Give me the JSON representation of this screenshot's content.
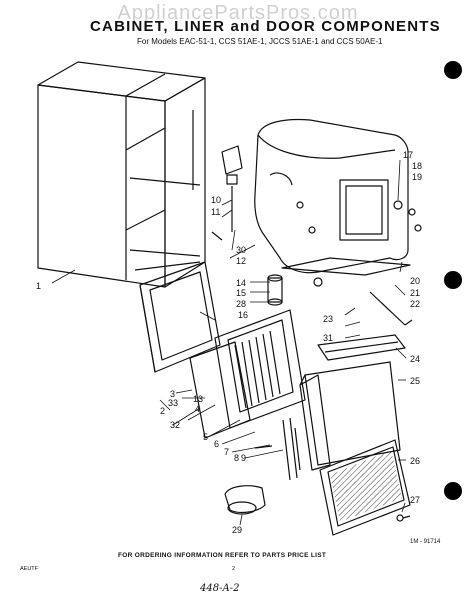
{
  "watermark": "AppliancePartsPros.com",
  "title": "CABINET, LINER and DOOR COMPONENTS",
  "subtitle": "For Models EAC-51-1, CCS 51AE-1, JCCS 51AE-1 and CCS 50AE-1",
  "footer": "FOR ORDERING INFORMATION REFER TO PARTS PRICE LIST",
  "code": "1M - 91714",
  "small_left": "AEUTF",
  "small_center": "2",
  "handwritten": "448-A-2",
  "part_numbers": [
    "1",
    "2",
    "3",
    "4",
    "5",
    "6",
    "7",
    "8",
    "9",
    "10",
    "11",
    "12",
    "13",
    "14",
    "15",
    "16",
    "17",
    "18",
    "19",
    "20",
    "21",
    "22",
    "23",
    "24",
    "25",
    "26",
    "27",
    "28",
    "29",
    "30",
    "31",
    "32",
    "33"
  ]
}
